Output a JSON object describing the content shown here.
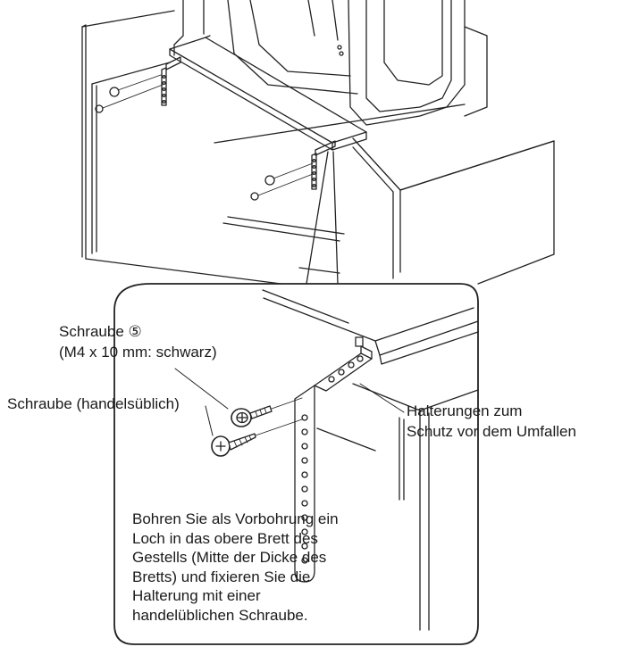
{
  "labels": {
    "screw_line1": "Schraube ⑤",
    "screw_line2": "(M4 x 10 mm: schwarz)",
    "commercial_screw": "Schraube (handelsüblich)",
    "brackets_line1": "Halterungen zum",
    "brackets_line2": "Schutz vor dem Umfallen"
  },
  "instructions": [
    "Bohren Sie als Vorbohrung ein",
    "Loch in das obere Brett des",
    "Gestells (Mitte der Dicke des",
    "Bretts) und fixieren Sie die",
    "Halterung mit einer",
    "handelüblichen Schraube."
  ]
}
